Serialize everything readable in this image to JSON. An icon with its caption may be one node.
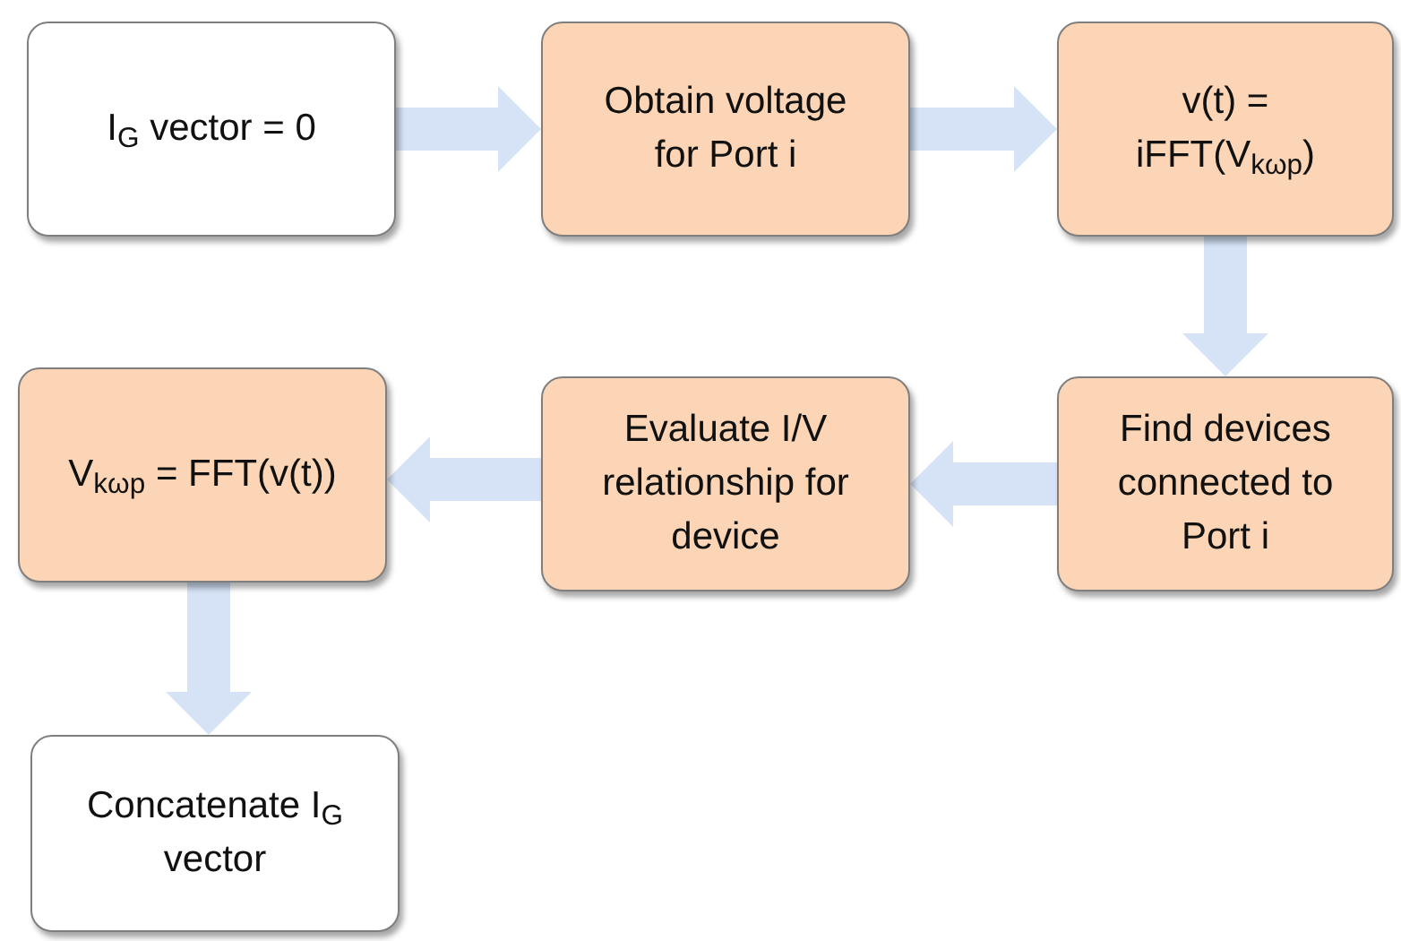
{
  "diagram": {
    "nodes": [
      {
        "text": [
          "I$_{G}$ vector = 0"
        ]
      },
      {
        "text": [
          "Obtain voltage for Port i"
        ]
      },
      {
        "text": [
          "v(t) = iFFT(V$_{kωp}$)"
        ]
      },
      {
        "text": [
          "Find devices connected to Port i"
        ]
      },
      {
        "text": [
          "Evaluate I/V relationship for device"
        ]
      },
      {
        "text": [
          "V$_{kωp}$ = FFT(v(t))"
        ]
      },
      {
        "text": [
          "Concatenate I$_{G}$ vector"
        ]
      }
    ],
    "edges": [
      {
        "from": 0,
        "to": 1,
        "arrow": "to"
      },
      {
        "from": 1,
        "to": 2,
        "arrow": "to"
      },
      {
        "from": 2,
        "to": 3,
        "arrow": "to"
      },
      {
        "from": 3,
        "to": 4,
        "arrow": "to"
      },
      {
        "from": 4,
        "to": 5,
        "arrow": "to"
      },
      {
        "from": 5,
        "to": 6,
        "arrow": "to"
      }
    ]
  }
}
